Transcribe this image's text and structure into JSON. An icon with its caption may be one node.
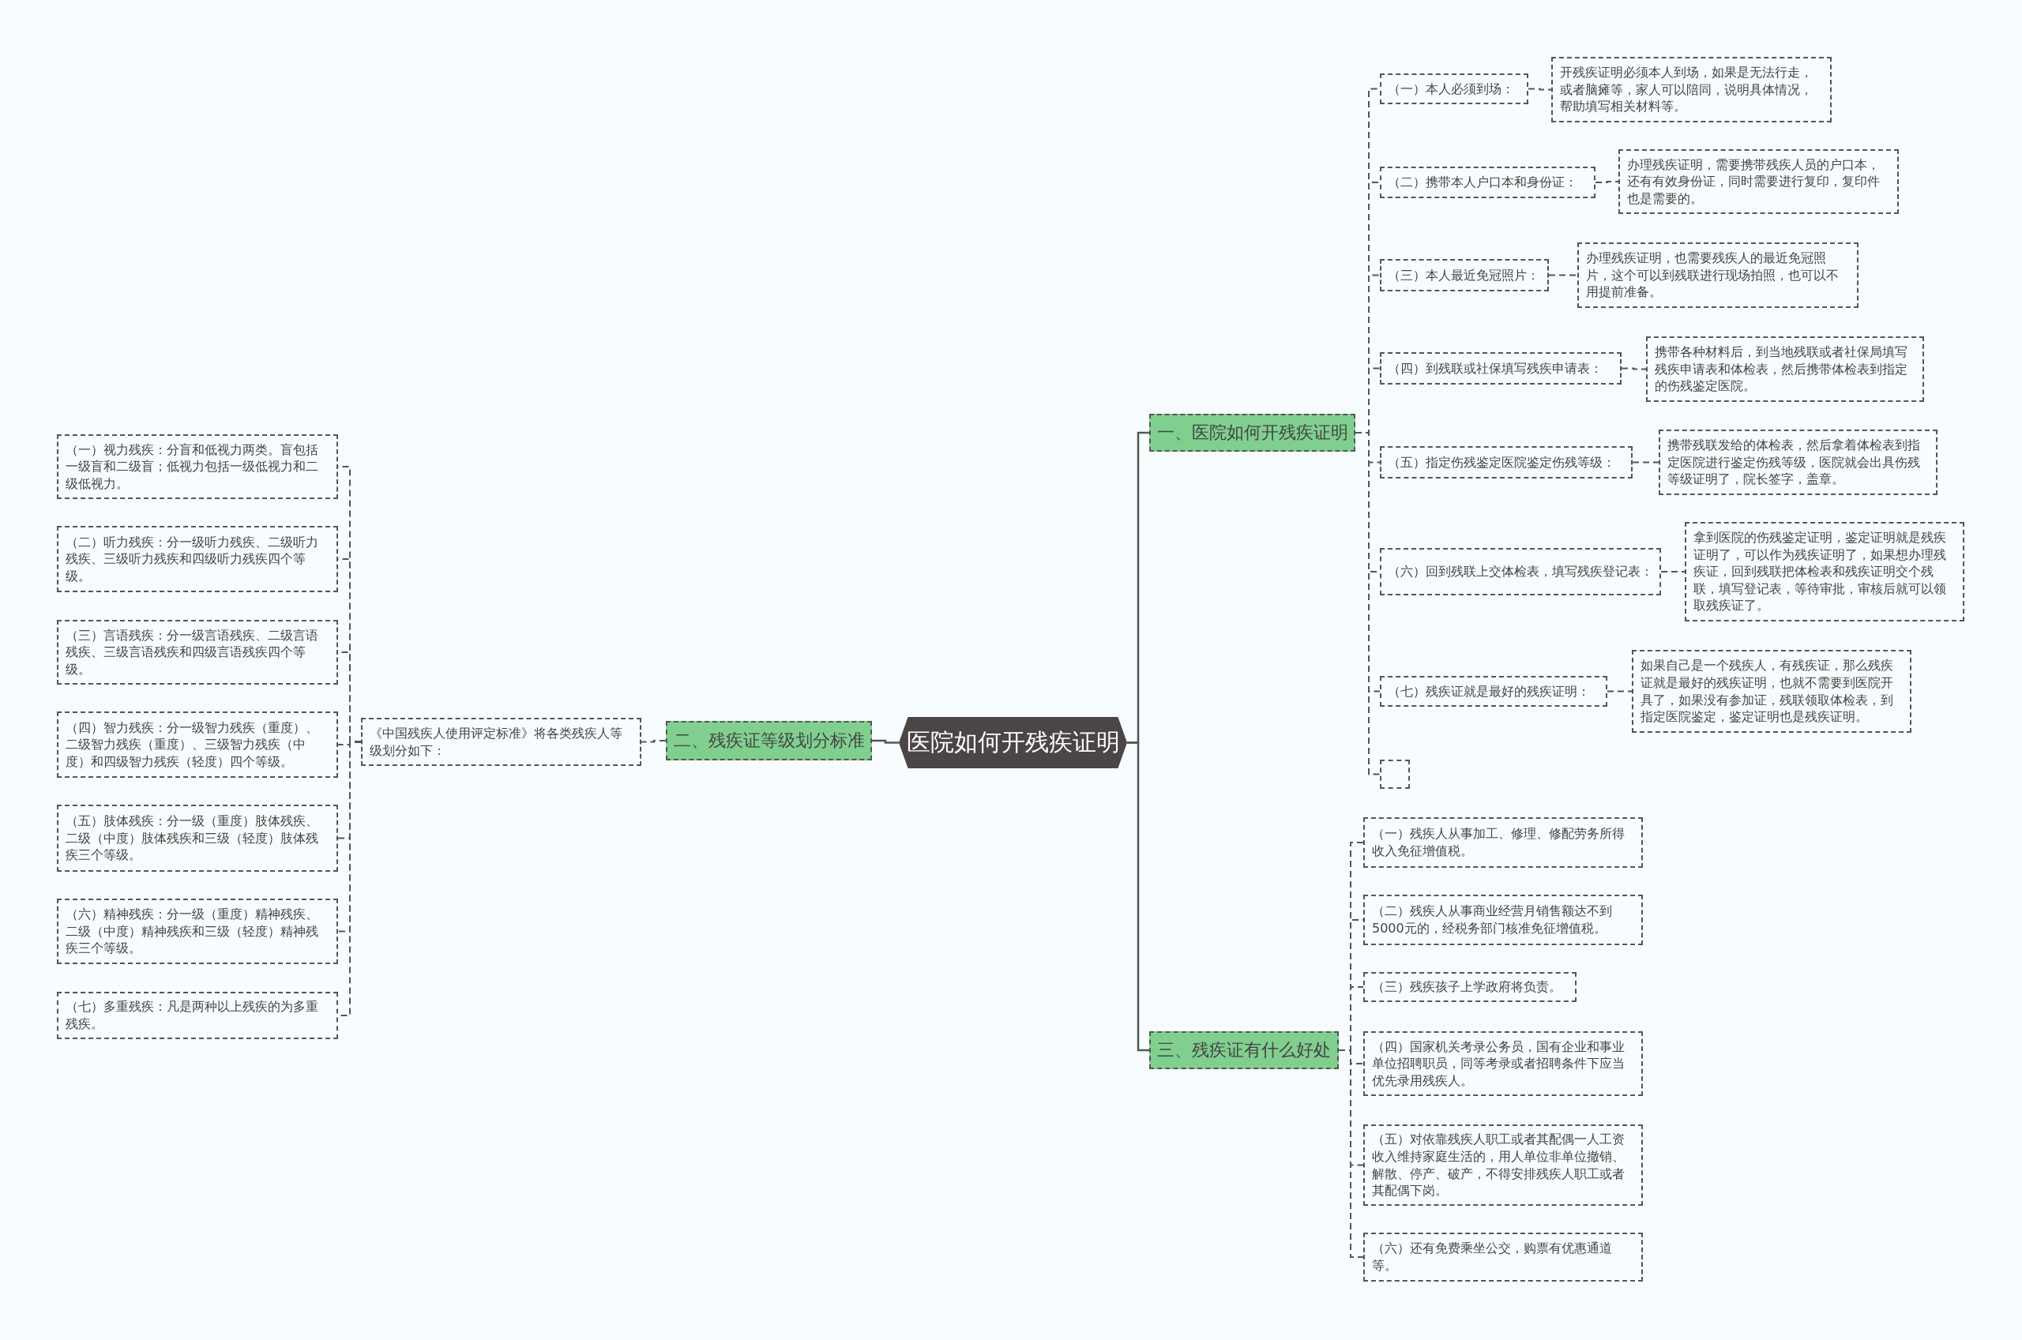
{
  "diagram": {
    "nodes": [
      {
        "text": [
          "医院如何开残疾证明"
        ]
      },
      {
        "text": [
          "一、医院如何开残疾证明"
        ]
      },
      {
        "text": [
          "（一）本人必须到场："
        ]
      },
      {
        "text": [
          "开残疾证明必须本人到场，如果是无法行走，或者脑瘫等，家人可以陪同，说明具体情况，帮助填写相关材料等。"
        ]
      },
      {
        "text": [
          "（二）携带本人户口本和身份证："
        ]
      },
      {
        "text": [
          "办理残疾证明，需要携带残疾人员的户口本，还有有效身份证，同时需要进行复印，复印件也是需要的。"
        ]
      },
      {
        "text": [
          "（三）本人最近免冠照片："
        ]
      },
      {
        "text": [
          "办理残疾证明，也需要残疾人的最近免冠照片，这个可以到残联进行现场拍照，也可以不用提前准备。"
        ]
      },
      {
        "text": [
          "（四）到残联或社保填写残疾申请表："
        ]
      },
      {
        "text": [
          "携带各种材料后，到当地残联或者社保局填写残疾申请表和体检表，然后携带体检表到指定的伤残鉴定医院。"
        ]
      },
      {
        "text": [
          "（五）指定伤残鉴定医院鉴定伤残等级："
        ]
      },
      {
        "text": [
          "携带残联发给的体检表，然后拿着体检表到指定医院进行鉴定伤残等级，医院就会出具伤残等级证明了，院长签字，盖章。"
        ]
      },
      {
        "text": [
          "（六）回到残联上交体检表，填写残疾登记表："
        ]
      },
      {
        "text": [
          "拿到医院的伤残鉴定证明，鉴定证明就是残疾证明了，可以作为残疾证明了，如果想办理残疾证，回到残联把体检表和残疾证明交个残联，填写登记表，等待审批，审核后就可以领取残疾证了。"
        ]
      },
      {
        "text": [
          "（七）残疾证就是最好的残疾证明："
        ]
      },
      {
        "text": [
          "如果自己是一个残疾人，有残疾证，那么残疾证就是最好的残疾证明，也就不需要到医院开具了，如果没有参加证，残联领取体检表，到指定医院鉴定，鉴定证明也是残疾证明。"
        ]
      },
      {
        "text": [],
        "shape": "box"
      },
      {
        "text": [
          "二、残疾证等级划分标准"
        ]
      },
      {
        "text": [
          "《中国残疾人使用评定标准》将各类残疾人等级划分如下："
        ]
      },
      {
        "text": [
          "（一）视力残疾：分盲和低视力两类。盲包括一级盲和二级盲；低视力包括一级低视力和二级低视力。"
        ]
      },
      {
        "text": [
          "（二）听力残疾：分一级听力残疾、二级听力残疾、三级听力残疾和四级听力残疾四个等级。"
        ]
      },
      {
        "text": [
          "（三）言语残疾：分一级言语残疾、二级言语残疾、三级言语残疾和四级言语残疾四个等级。"
        ]
      },
      {
        "text": [
          "（四）智力残疾：分一级智力残疾（重度）、二级智力残疾（重度）、三级智力残疾（中度）和四级智力残疾（轻度）四个等级。"
        ]
      },
      {
        "text": [
          "（五）肢体残疾：分一级（重度）肢体残疾、二级（中度）肢体残疾和三级（轻度）肢体残疾三个等级。"
        ]
      },
      {
        "text": [
          "（六）精神残疾：分一级（重度）精神残疾、二级（中度）精神残疾和三级（轻度）精神残疾三个等级。"
        ]
      },
      {
        "text": [
          "（七）多重残疾：凡是两种以上残疾的为多重残疾。"
        ]
      },
      {
        "text": [
          "三、残疾证有什么好处"
        ]
      },
      {
        "text": [
          "（一）残疾人从事加工、修理、修配劳务所得收入免征增值税。"
        ]
      },
      {
        "text": [
          "（二）残疾人从事商业经营月销售额达不到5000元的，经税务部门核准免征增值税。"
        ]
      },
      {
        "text": [
          "（三）残疾孩子上学政府将负责。"
        ]
      },
      {
        "text": [
          "（四）国家机关考录公务员，国有企业和事业单位招聘职员，同等考录或者招聘条件下应当优先录用残疾人。"
        ]
      },
      {
        "text": [
          "（五）对依靠残疾人职工或者其配偶一人工资收入维持家庭生活的，用人单位非单位撤销、解散、停产、破产，不得安排残疾人职工或者其配偶下岗。"
        ]
      },
      {
        "text": [
          "（六）还有免费乘坐公交，购票有优惠通道等。"
        ]
      }
    ],
    "edges": [
      {
        "from": 0,
        "to": 1,
        "arrow": "none"
      },
      {
        "from": 0,
        "to": 17,
        "arrow": "none"
      },
      {
        "from": 0,
        "to": 26,
        "arrow": "none"
      },
      {
        "from": 1,
        "to": 2,
        "arrow": "none",
        "style": "dashed"
      },
      {
        "from": 2,
        "to": 3,
        "arrow": "none",
        "style": "dashed"
      },
      {
        "from": 1,
        "to": 4,
        "arrow": "none",
        "style": "dashed"
      },
      {
        "from": 4,
        "to": 5,
        "arrow": "none",
        "style": "dashed"
      },
      {
        "from": 1,
        "to": 6,
        "arrow": "none",
        "style": "dashed"
      },
      {
        "from": 6,
        "to": 7,
        "arrow": "none",
        "style": "dashed"
      },
      {
        "from": 1,
        "to": 8,
        "arrow": "none",
        "style": "dashed"
      },
      {
        "from": 8,
        "to": 9,
        "arrow": "none",
        "style": "dashed"
      },
      {
        "from": 1,
        "to": 10,
        "arrow": "none",
        "style": "dashed"
      },
      {
        "from": 10,
        "to": 11,
        "arrow": "none",
        "style": "dashed"
      },
      {
        "from": 1,
        "to": 12,
        "arrow": "none",
        "style": "dashed"
      },
      {
        "from": 12,
        "to": 13,
        "arrow": "none",
        "style": "dashed"
      },
      {
        "from": 1,
        "to": 14,
        "arrow": "none",
        "style": "dashed"
      },
      {
        "from": 14,
        "to": 15,
        "arrow": "none",
        "style": "dashed"
      },
      {
        "from": 1,
        "to": 16,
        "arrow": "none",
        "style": "dashed"
      },
      {
        "from": 17,
        "to": 18,
        "arrow": "none",
        "style": "dashed"
      },
      {
        "from": 18,
        "to": 19,
        "arrow": "none",
        "style": "dashed"
      },
      {
        "from": 18,
        "to": 20,
        "arrow": "none",
        "style": "dashed"
      },
      {
        "from": 18,
        "to": 21,
        "arrow": "none",
        "style": "dashed"
      },
      {
        "from": 18,
        "to": 22,
        "arrow": "none",
        "style": "dashed"
      },
      {
        "from": 18,
        "to": 23,
        "arrow": "none",
        "style": "dashed"
      },
      {
        "from": 18,
        "to": 24,
        "arrow": "none",
        "style": "dashed"
      },
      {
        "from": 18,
        "to": 25,
        "arrow": "none",
        "style": "dashed"
      },
      {
        "from": 26,
        "to": 27,
        "arrow": "none",
        "style": "dashed"
      },
      {
        "from": 26,
        "to": 28,
        "arrow": "none",
        "style": "dashed"
      },
      {
        "from": 26,
        "to": 29,
        "arrow": "none",
        "style": "dashed"
      },
      {
        "from": 26,
        "to": 30,
        "arrow": "none",
        "style": "dashed"
      },
      {
        "from": 26,
        "to": 31,
        "arrow": "none",
        "style": "dashed"
      },
      {
        "from": 26,
        "to": 32,
        "arrow": "none",
        "style": "dashed"
      }
    ]
  }
}
